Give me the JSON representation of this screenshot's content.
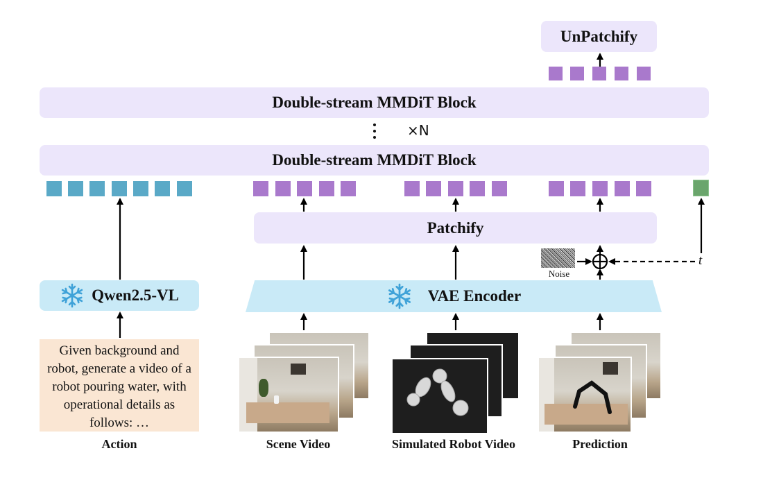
{
  "blocks": {
    "unpatchify": "UnPatchify",
    "mmdit_top": "Double-stream MMDiT Block",
    "mmdit_bottom": "Double-stream MMDiT Block",
    "repeat": "×N",
    "patchify": "Patchify",
    "qwen": "Qwen2.5-VL",
    "vae": "VAE Encoder"
  },
  "inputs": {
    "action_text": "Given background and robot, generate a video of a robot pouring water, with operational details as follows: …",
    "noise_label": "Noise",
    "timestep": "t"
  },
  "captions": {
    "action": "Action",
    "scene": "Scene Video",
    "sim_robot": "Simulated Robot Video",
    "prediction": "Prediction"
  },
  "icons": {
    "frozen": "snowflake-icon"
  },
  "colors": {
    "transformer_block": "#ece6fb",
    "frozen_module": "#c9eaf7",
    "text_token": "#5aa9c7",
    "video_token": "#a979cc",
    "time_token": "#6aa56c",
    "prompt_box": "#fae6d3"
  }
}
